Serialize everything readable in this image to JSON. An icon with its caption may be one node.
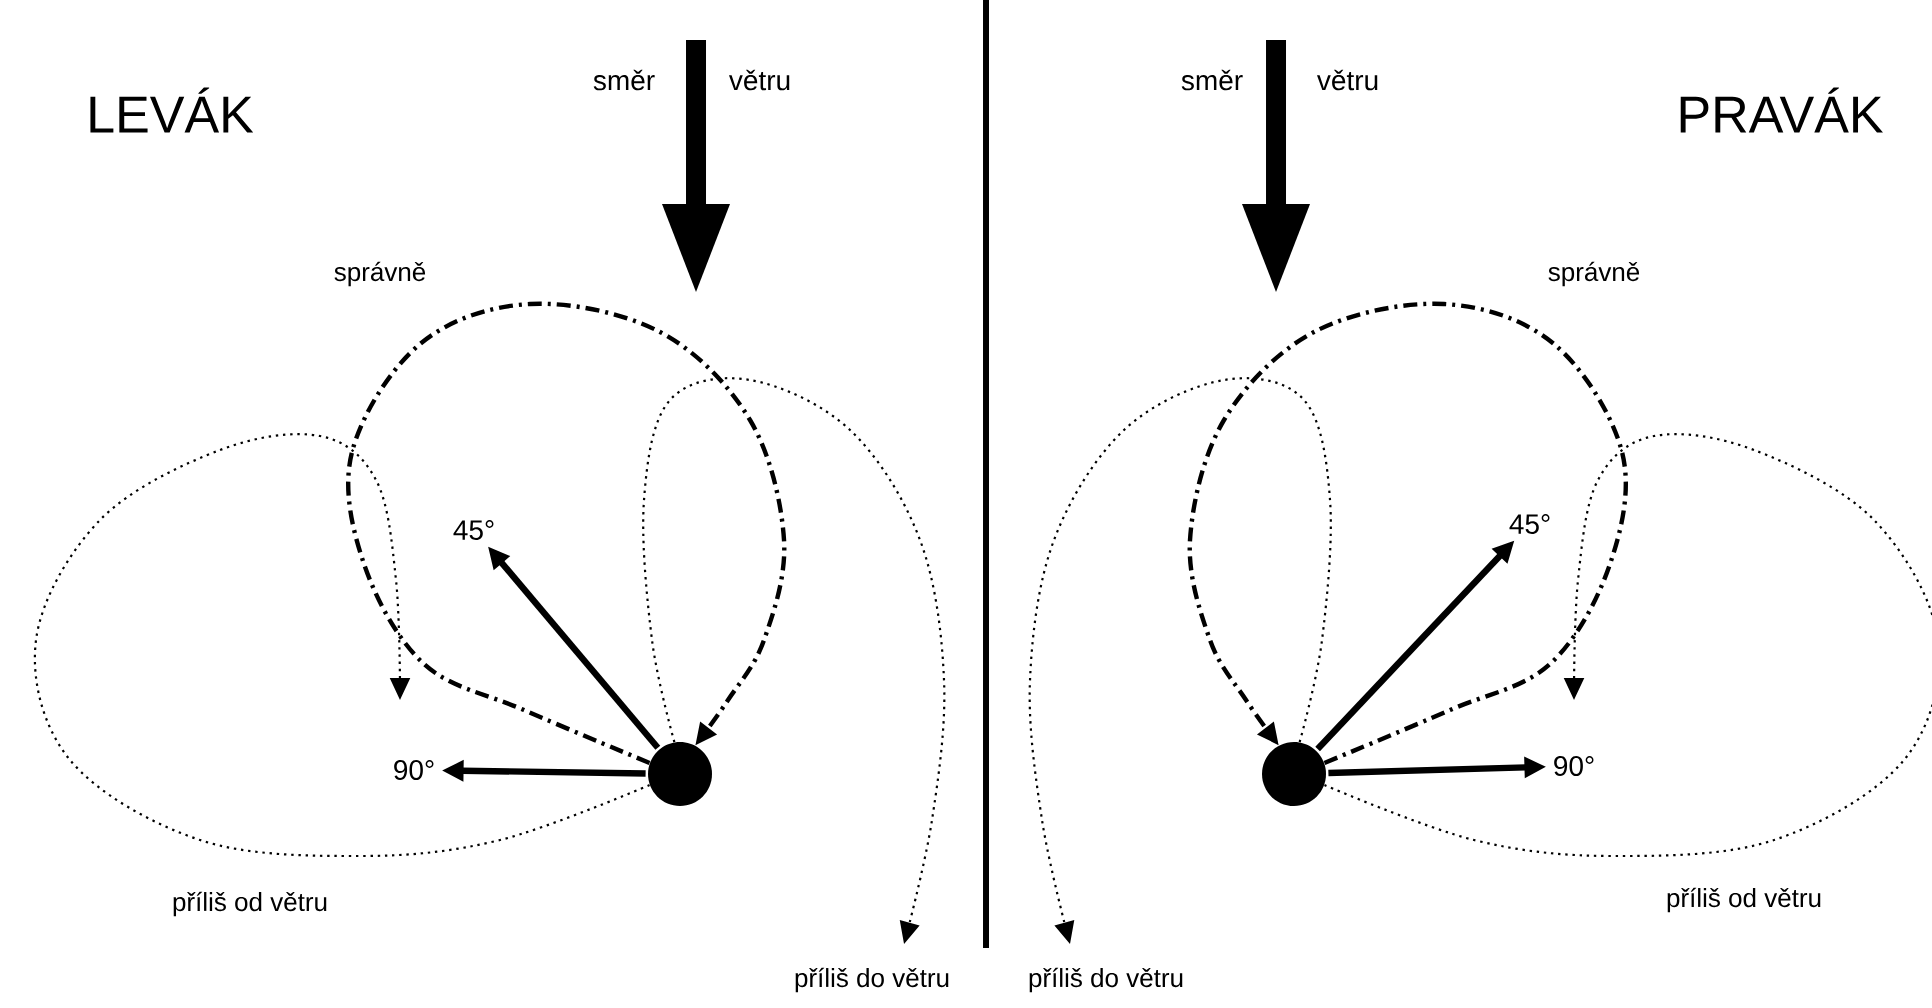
{
  "diagram": {
    "nodes": [
      {
        "text": [],
        "shape": "circle"
      },
      {
        "text": [
          "45°"
        ]
      },
      {
        "text": [
          "90°"
        ]
      },
      {
        "text": [],
        "shape": "circle"
      },
      {
        "text": [
          "45°"
        ]
      },
      {
        "text": [
          "90°"
        ]
      }
    ],
    "edges": [
      {
        "from": 0,
        "to": 1,
        "arrow": "to"
      },
      {
        "from": 0,
        "to": 2,
        "arrow": "to"
      },
      {
        "from": 0,
        "to": 0,
        "arrow": "to",
        "style": "dashed",
        "label": "správně"
      },
      {
        "from": 0,
        "to": null,
        "arrow": "to",
        "style": "dashed",
        "label": "příliš od větru"
      },
      {
        "from": 0,
        "to": null,
        "arrow": "to",
        "style": "dashed",
        "label": "příliš do větru"
      },
      {
        "from": 3,
        "to": 4,
        "arrow": "to"
      },
      {
        "from": 3,
        "to": 5,
        "arrow": "to"
      },
      {
        "from": 3,
        "to": 3,
        "arrow": "to",
        "style": "dashed",
        "label": "správně"
      },
      {
        "from": 3,
        "to": null,
        "arrow": "to",
        "style": "dashed",
        "label": "příliš od větru"
      },
      {
        "from": 3,
        "to": null,
        "arrow": "to",
        "style": "dashed",
        "label": "příliš do větru"
      }
    ],
    "labels": [
      "LEVÁK",
      "směr",
      "větru",
      "směr",
      "větru",
      "PRAVÁK"
    ]
  }
}
